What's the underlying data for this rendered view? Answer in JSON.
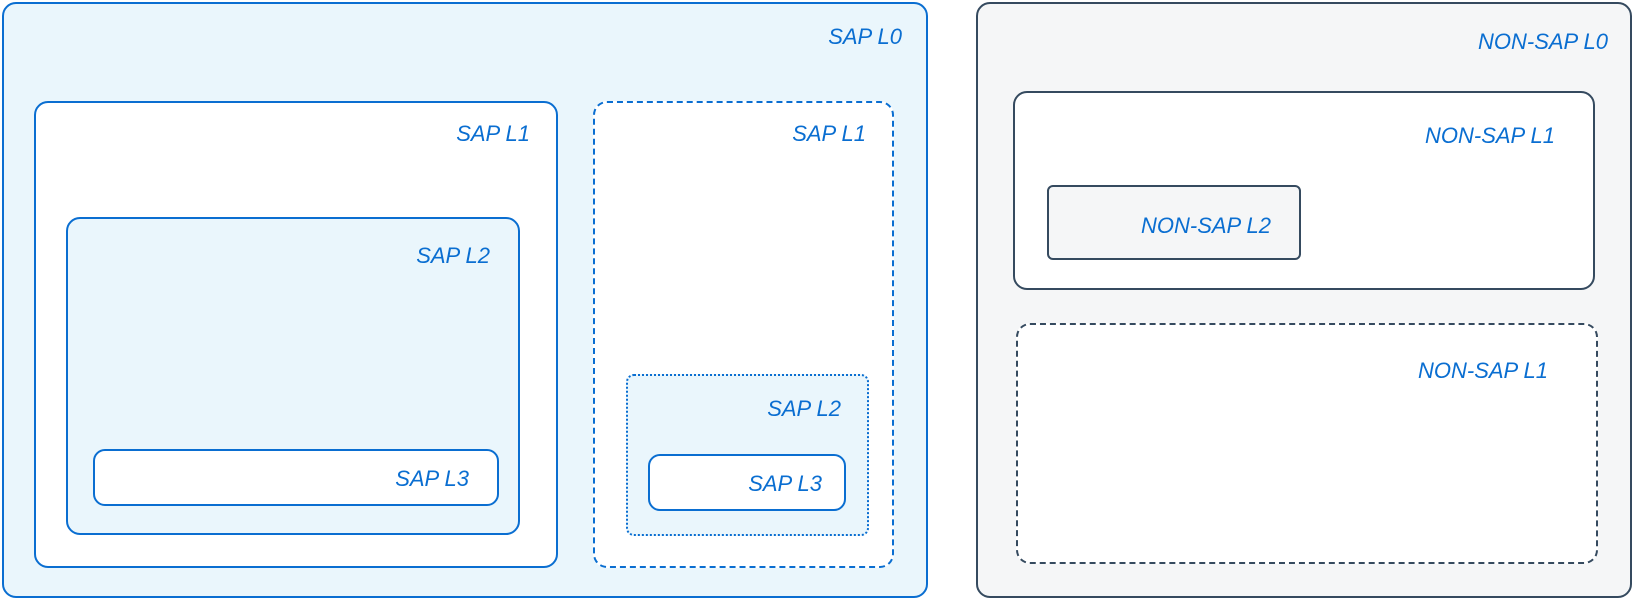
{
  "sap": {
    "l0": "SAP L0",
    "l1_solid": "SAP L1",
    "l2_solid": "SAP L2",
    "l3_solid": "SAP L3",
    "l1_dashed": "SAP L1",
    "l2_dotted": "SAP L2",
    "l3_inner": "SAP L3"
  },
  "non_sap": {
    "l0": "NON-SAP L0",
    "l1_solid": "NON-SAP L1",
    "l2_solid": "NON-SAP L2",
    "l1_dashed": "NON-SAP L1"
  },
  "colors": {
    "sap_border": "#0a6ed1",
    "sap_fill": "#eaf6fc",
    "non_sap_border": "#354a5f",
    "non_sap_fill": "#f5f6f7",
    "label_text": "#0a6ed1"
  }
}
